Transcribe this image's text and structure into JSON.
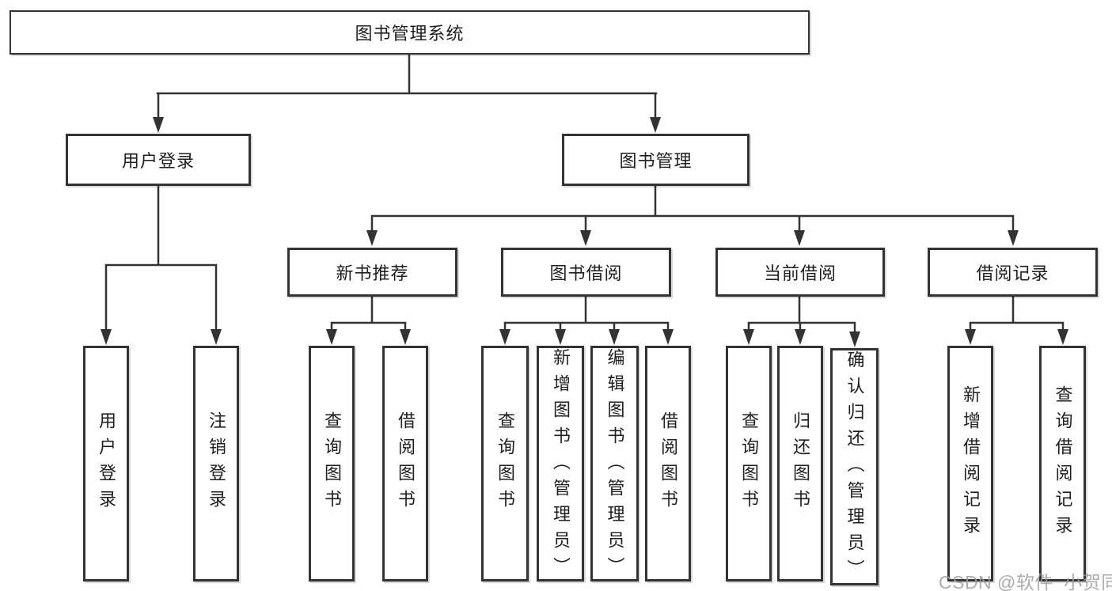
{
  "tree": {
    "label": "图书管理系统",
    "children": [
      {
        "label": "用户登录",
        "children": [
          {
            "label": "用户登录"
          },
          {
            "label": "注销登录"
          }
        ]
      },
      {
        "label": "图书管理",
        "children": [
          {
            "label": "新书推荐",
            "children": [
              {
                "label": "查询图书"
              },
              {
                "label": "借阅图书"
              }
            ]
          },
          {
            "label": "图书借阅",
            "children": [
              {
                "label": "查询图书"
              },
              {
                "label": "新增图书（管理员）"
              },
              {
                "label": "编辑图书（管理员）"
              },
              {
                "label": "借阅图书"
              }
            ]
          },
          {
            "label": "当前借阅",
            "children": [
              {
                "label": "查询图书"
              },
              {
                "label": "归还图书"
              },
              {
                "label": "确认归还（管理员）"
              }
            ]
          },
          {
            "label": "借阅记录",
            "children": [
              {
                "label": "新增借阅记录"
              },
              {
                "label": "查询借阅记录"
              }
            ]
          }
        ]
      }
    ]
  },
  "watermark": {
    "text": "CSDN @软件_小贺同学"
  },
  "colors": {
    "background": "#ffffff",
    "box_fill": "#ffffff",
    "box_border": "#333333",
    "line": "#333333",
    "text": "#1f1f1f",
    "watermark": "#9e9e9e"
  }
}
